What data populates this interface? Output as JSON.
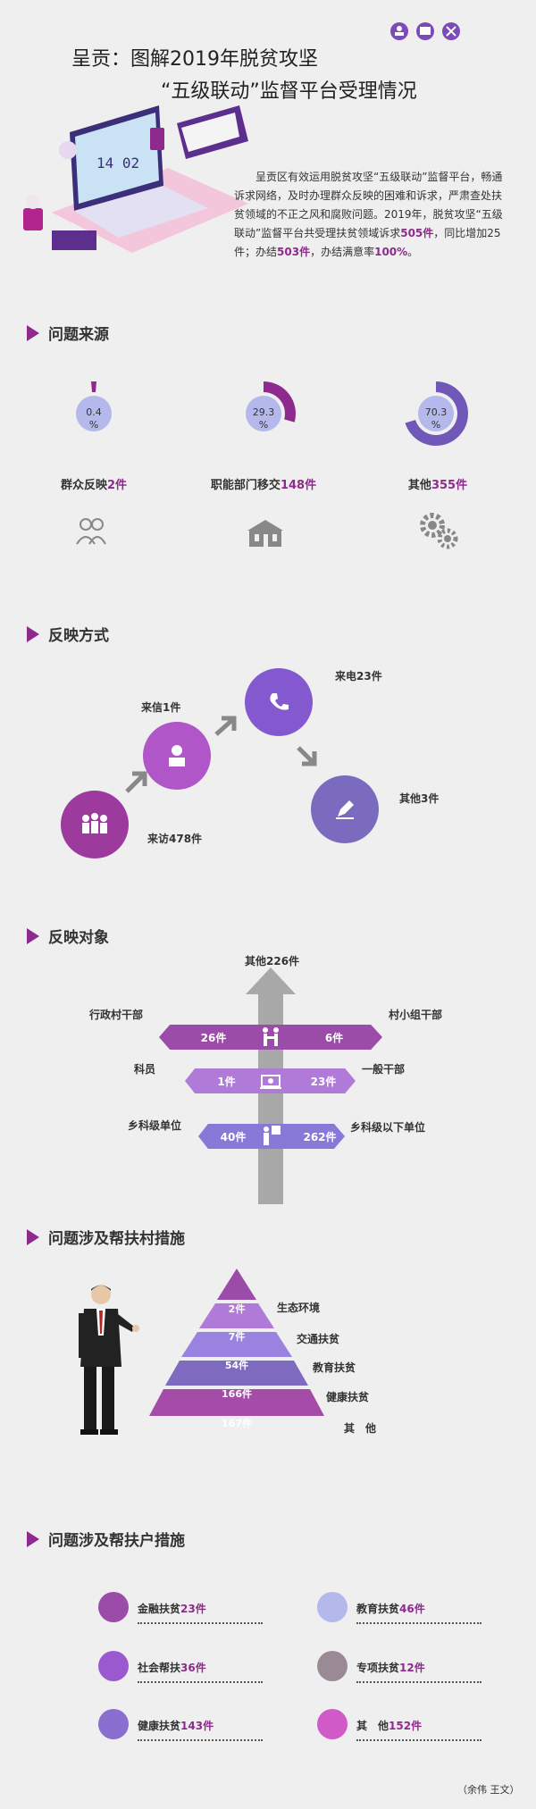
{
  "header": {
    "title_line1": "呈贡：图解2019年脱贫攻坚",
    "title_line2": "“五级联动”监督平台受理情况",
    "laptop_screen": "14 02",
    "intro_part1": "呈贡区有效运用脱贫攻坚“五级联动”监督平台，畅通诉求网络，及时办理群众反映的困难和诉求，严肃查处扶贫领域的不正之风和腐败问题。2019年，脱贫攻坚“五级联动”监督平台共受理扶贫领域诉求",
    "intro_total": "505件",
    "intro_part2": "，同比增加25件；办结",
    "intro_done": "503件",
    "intro_part3": "，办结满意率",
    "intro_rate": "100%",
    "intro_part4": "。"
  },
  "sources": {
    "title": "问题来源",
    "items": [
      {
        "percent": "0.4",
        "unit": "%",
        "value": 0.4,
        "label": "群众反映",
        "count": "2件"
      },
      {
        "percent": "29.3",
        "unit": "%",
        "value": 29.3,
        "label": "职能部门移交",
        "count": "148件"
      },
      {
        "percent": "70.3",
        "unit": "%",
        "value": 70.3,
        "label": "其他",
        "count": "355件"
      }
    ]
  },
  "methods": {
    "title": "反映方式",
    "visit": "来访478件",
    "letter": "来信1件",
    "phone": "来电23件",
    "other": "其他3件"
  },
  "targets": {
    "title": "反映对象",
    "top": "其他226件",
    "rows": [
      {
        "left_label": "行政村干部",
        "left_value": "26件",
        "right_label": "村小组干部",
        "right_value": "6件"
      },
      {
        "left_label": "科员",
        "left_value": "1件",
        "right_label": "一般干部",
        "right_value": "23件"
      },
      {
        "left_label": "乡科级单位",
        "left_value": "40件",
        "right_label": "乡科级以下单位",
        "right_value": "262件"
      }
    ]
  },
  "village": {
    "title": "问题涉及帮扶村措施",
    "levels": [
      {
        "value": "2件",
        "label": "生态环境"
      },
      {
        "value": "7件",
        "label": "交通扶贫"
      },
      {
        "value": "54件",
        "label": "教育扶贫"
      },
      {
        "value": "166件",
        "label": "健康扶贫"
      },
      {
        "value": "167件",
        "label": "其　他"
      }
    ]
  },
  "household": {
    "title": "问题涉及帮扶户措施",
    "items": [
      {
        "label": "金融扶贫",
        "count": "23件"
      },
      {
        "label": "教育扶贫",
        "count": "46件"
      },
      {
        "label": "社会帮扶",
        "count": "36件"
      },
      {
        "label": "专项扶贫",
        "count": "12件"
      },
      {
        "label": "健康扶贫",
        "count": "143件"
      },
      {
        "label": "其　他",
        "count": "152件"
      }
    ]
  },
  "credit": "（余伟 王文）",
  "colors": {
    "accent": "#8e2a8e",
    "violet": "#9b59d0",
    "lavender": "#b4b8ea"
  }
}
